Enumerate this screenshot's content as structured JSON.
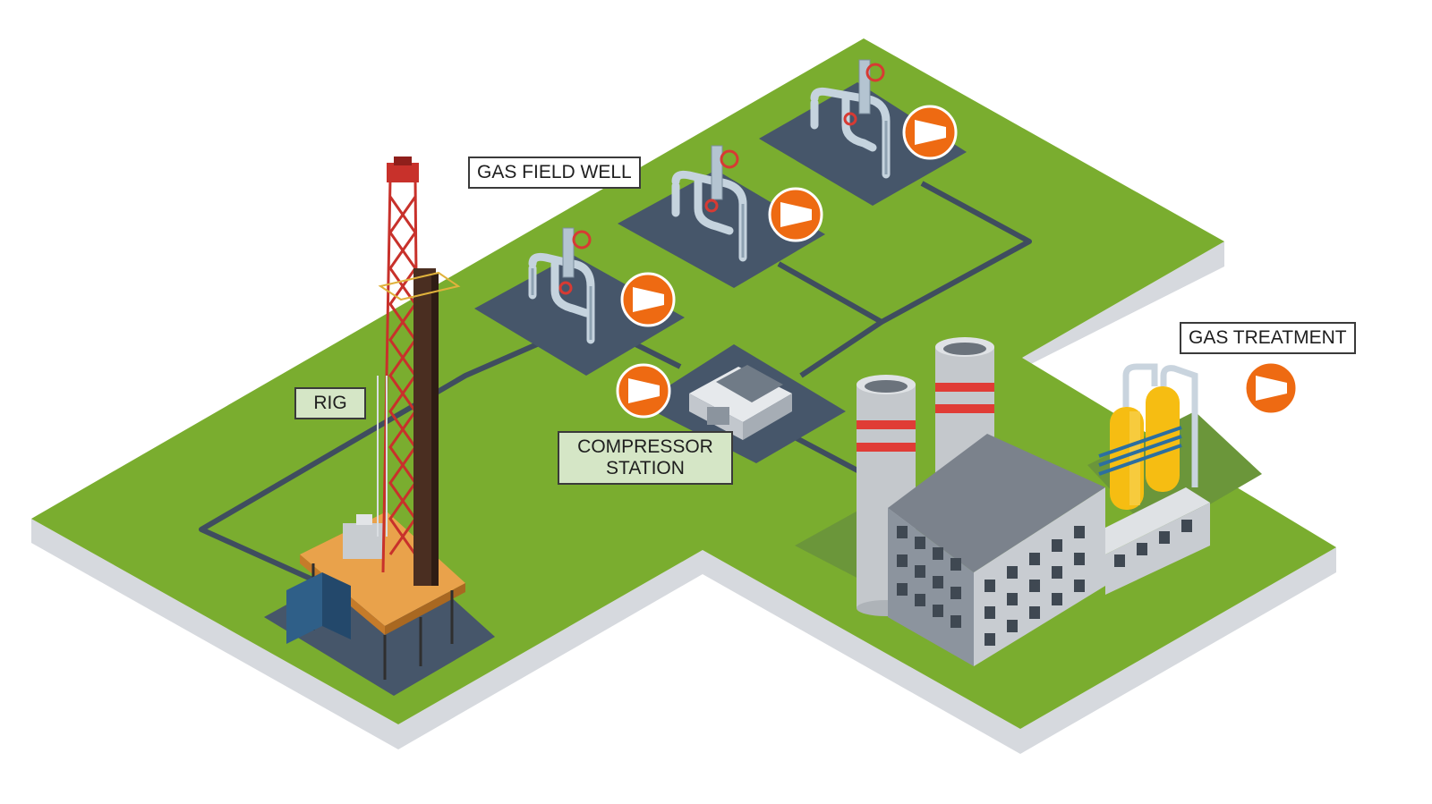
{
  "labels": {
    "rig": "RIG",
    "gas_field_well": "GAS FIELD WELL",
    "compressor_station_line1": "COMPRESSOR",
    "compressor_station_line2": "STATION",
    "gas_treatment": "GAS TREATMENT"
  },
  "colors": {
    "ground": "#7aad2f",
    "ground_edge": "#d6d9de",
    "pad": "#46566a",
    "pipeline": "#3f4d5f",
    "play_button": "#ee6a12",
    "rig_red": "#c8312b",
    "platform": "#e9a24b",
    "building": "#8c949e",
    "stack_stripe": "#e03c36",
    "tank_yellow": "#f6bd12",
    "label_fill": "#d5e6c6"
  },
  "icons": {
    "play_buttons": [
      "play-icon",
      "play-icon",
      "play-icon",
      "play-icon",
      "play-icon"
    ],
    "well_valves": [
      "valve-handwheel-icon",
      "valve-handwheel-icon",
      "valve-handwheel-icon"
    ]
  }
}
